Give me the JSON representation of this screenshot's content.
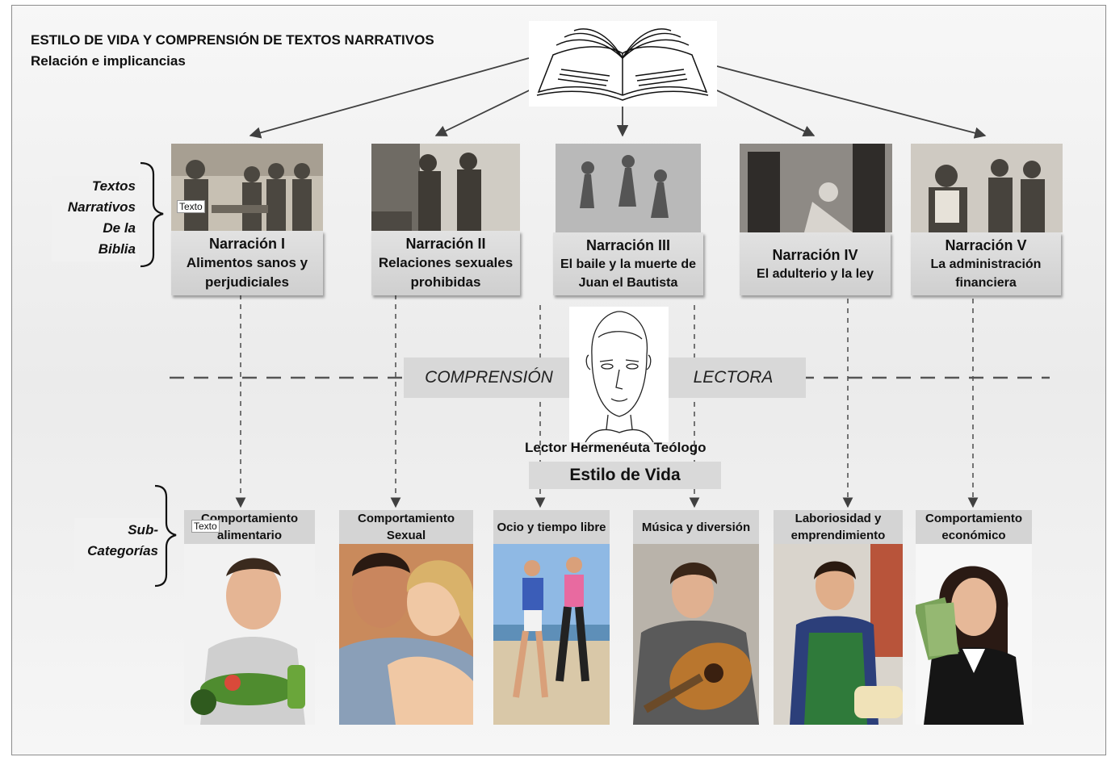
{
  "title": {
    "main": "ESTILO DE VIDA Y COMPRENSIÓN DE TEXTOS NARRATIVOS",
    "sub": "Relación e implicancias"
  },
  "side_labels": {
    "textos": [
      "Textos",
      "Narrativos",
      "De la",
      "Biblia"
    ],
    "sub": [
      "Sub-",
      "Categorías"
    ]
  },
  "narrations": [
    {
      "title": "Narración I",
      "lines": [
        "Alimentos sanos y",
        "perjudiciales"
      ]
    },
    {
      "title": "Narración II",
      "lines": [
        "Relaciones sexuales",
        "prohibidas"
      ]
    },
    {
      "title": "Narración III",
      "lines": [
        "El baile y la muerte de",
        "Juan el Bautista"
      ]
    },
    {
      "title": "Narración IV",
      "lines": [
        "El adulterio y la ley"
      ]
    },
    {
      "title": "Narración V",
      "lines": [
        "La administración",
        "financiera"
      ]
    }
  ],
  "center": {
    "comprension": "COMPRENSIÓN",
    "lectora": "LECTORA",
    "roles": "Lector  Hermenéuta Teólogo",
    "estilo": "Estilo de Vida"
  },
  "subcategories": [
    {
      "lines": [
        "Comportamiento",
        "alimentario"
      ]
    },
    {
      "lines": [
        "Comportamiento",
        "Sexual"
      ]
    },
    {
      "lines": [
        "Ocio y tiempo libre"
      ]
    },
    {
      "lines": [
        "Música y diversión"
      ]
    },
    {
      "lines": [
        "Laboriosidad y",
        "emprendimiento"
      ]
    },
    {
      "lines": [
        "Comportamiento",
        "económico"
      ]
    }
  ],
  "placeholders": {
    "texto": "Texto"
  },
  "colors": {
    "gray_box": "#d4d4d4",
    "arrow": "#404040"
  }
}
